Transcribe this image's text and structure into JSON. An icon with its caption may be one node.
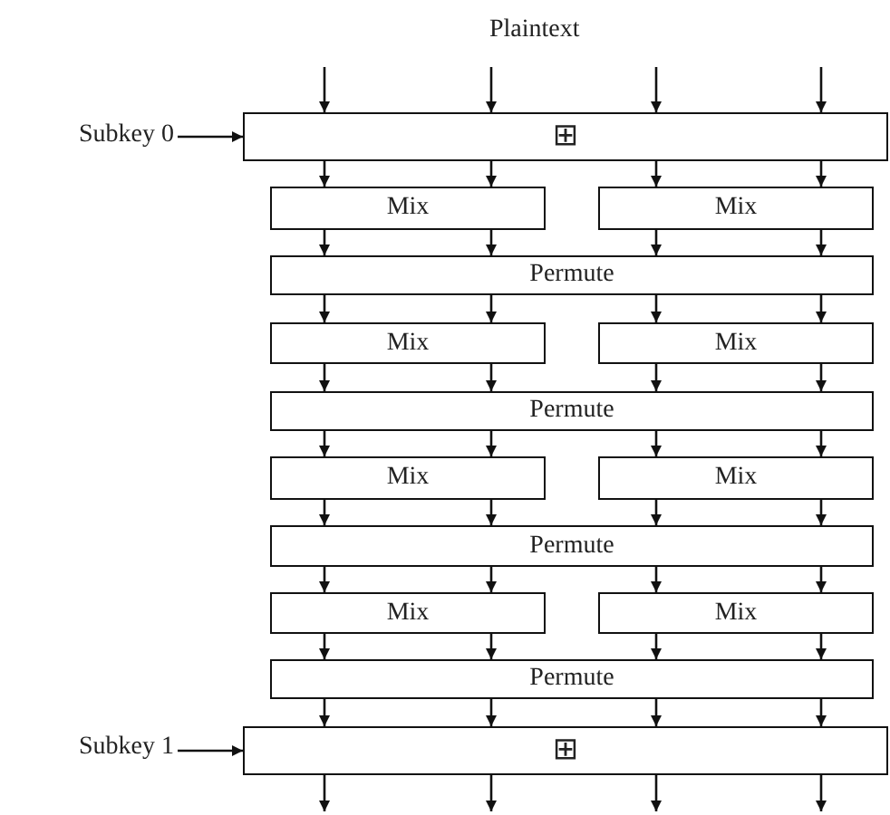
{
  "diagram": {
    "nodes": [
      {
        "text": [
          "Subkey 0"
        ]
      },
      {
        "text": [
          "⊞"
        ]
      },
      {
        "text": [
          "Mix"
        ]
      },
      {
        "text": [
          "Mix"
        ]
      },
      {
        "text": [
          "Permute"
        ]
      },
      {
        "text": [
          "Mix"
        ]
      },
      {
        "text": [
          "Mix"
        ]
      },
      {
        "text": [
          "Permute"
        ]
      },
      {
        "text": [
          "Mix"
        ]
      },
      {
        "text": [
          "Mix"
        ]
      },
      {
        "text": [
          "Permute"
        ]
      },
      {
        "text": [
          "Mix"
        ]
      },
      {
        "text": [
          "Mix"
        ]
      },
      {
        "text": [
          "Permute"
        ]
      },
      {
        "text": [
          "Subkey 1"
        ]
      },
      {
        "text": [
          "⊞"
        ]
      }
    ],
    "labels": [
      "Plaintext"
    ],
    "edges": [
      {
        "from": null,
        "to": 1,
        "arrow": "to"
      },
      {
        "from": null,
        "to": 1,
        "arrow": "to"
      },
      {
        "from": null,
        "to": 1,
        "arrow": "to"
      },
      {
        "from": null,
        "to": 1,
        "arrow": "to"
      },
      {
        "from": 0,
        "to": 1,
        "arrow": "to"
      },
      {
        "from": 1,
        "to": 2,
        "arrow": "to"
      },
      {
        "from": 1,
        "to": 2,
        "arrow": "to"
      },
      {
        "from": 1,
        "to": 3,
        "arrow": "to"
      },
      {
        "from": 1,
        "to": 3,
        "arrow": "to"
      },
      {
        "from": 2,
        "to": 4,
        "arrow": "to"
      },
      {
        "from": 2,
        "to": 4,
        "arrow": "to"
      },
      {
        "from": 3,
        "to": 4,
        "arrow": "to"
      },
      {
        "from": 3,
        "to": 4,
        "arrow": "to"
      },
      {
        "from": 4,
        "to": 5,
        "arrow": "to"
      },
      {
        "from": 4,
        "to": 5,
        "arrow": "to"
      },
      {
        "from": 4,
        "to": 6,
        "arrow": "to"
      },
      {
        "from": 4,
        "to": 6,
        "arrow": "to"
      },
      {
        "from": 5,
        "to": 7,
        "arrow": "to"
      },
      {
        "from": 5,
        "to": 7,
        "arrow": "to"
      },
      {
        "from": 6,
        "to": 7,
        "arrow": "to"
      },
      {
        "from": 6,
        "to": 7,
        "arrow": "to"
      },
      {
        "from": 7,
        "to": 8,
        "arrow": "to"
      },
      {
        "from": 7,
        "to": 8,
        "arrow": "to"
      },
      {
        "from": 7,
        "to": 9,
        "arrow": "to"
      },
      {
        "from": 7,
        "to": 9,
        "arrow": "to"
      },
      {
        "from": 8,
        "to": 10,
        "arrow": "to"
      },
      {
        "from": 8,
        "to": 10,
        "arrow": "to"
      },
      {
        "from": 9,
        "to": 10,
        "arrow": "to"
      },
      {
        "from": 9,
        "to": 10,
        "arrow": "to"
      },
      {
        "from": 10,
        "to": 11,
        "arrow": "to"
      },
      {
        "from": 10,
        "to": 11,
        "arrow": "to"
      },
      {
        "from": 10,
        "to": 12,
        "arrow": "to"
      },
      {
        "from": 10,
        "to": 12,
        "arrow": "to"
      },
      {
        "from": 11,
        "to": 13,
        "arrow": "to"
      },
      {
        "from": 11,
        "to": 13,
        "arrow": "to"
      },
      {
        "from": 12,
        "to": 13,
        "arrow": "to"
      },
      {
        "from": 12,
        "to": 13,
        "arrow": "to"
      },
      {
        "from": 13,
        "to": 15,
        "arrow": "to"
      },
      {
        "from": 13,
        "to": 15,
        "arrow": "to"
      },
      {
        "from": 13,
        "to": 15,
        "arrow": "to"
      },
      {
        "from": 13,
        "to": 15,
        "arrow": "to"
      },
      {
        "from": 14,
        "to": 15,
        "arrow": "to"
      },
      {
        "from": 15,
        "to": null,
        "arrow": "to"
      },
      {
        "from": 15,
        "to": null,
        "arrow": "to"
      },
      {
        "from": 15,
        "to": null,
        "arrow": "to"
      },
      {
        "from": 15,
        "to": null,
        "arrow": "to"
      }
    ]
  }
}
